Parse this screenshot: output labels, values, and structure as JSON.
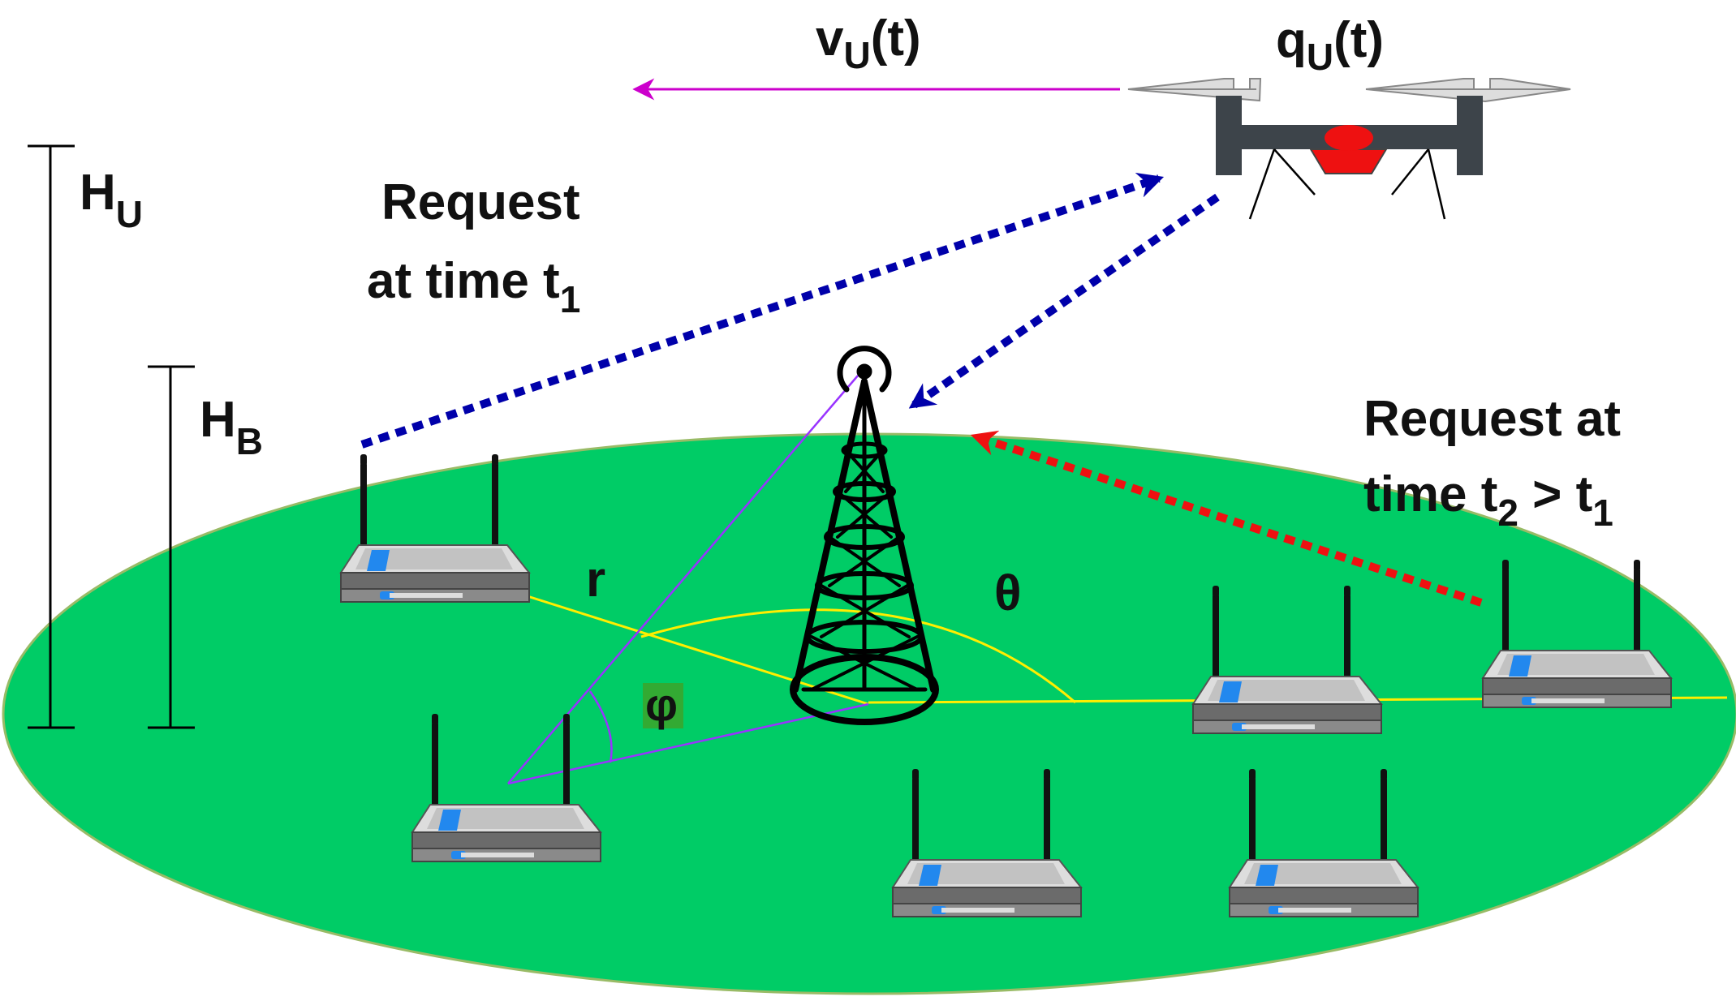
{
  "labels": {
    "velocity": "v",
    "velocity_sub": "U",
    "velocity_arg": "(t)",
    "position": "q",
    "position_sub": "U",
    "position_arg": "(t)",
    "hu": "H",
    "hu_sub": "U",
    "hb": "H",
    "hb_sub": "B",
    "request1_line1": "Request",
    "request1_line2": "at time t",
    "request1_sub": "1",
    "request2_line1": "Request at",
    "request2_line2a": "time t",
    "request2_sub2": "2",
    "request2_line2b": " > t",
    "request2_sub1": "1",
    "r": "r",
    "theta": "θ",
    "phi": "φ"
  },
  "colors": {
    "ground": "#00cc66",
    "velocity_arrow": "#cc00cc",
    "uav_link": "#0000aa",
    "ground_link": "#ee1111",
    "geometry_line": "#ffee00",
    "angle_line": "#9933ff",
    "uav_body": "#3d444a",
    "uav_payload": "#ee1111",
    "router_body": "#6b6b6b",
    "router_top": "#cfcfcf",
    "router_led": "#2288ee"
  }
}
